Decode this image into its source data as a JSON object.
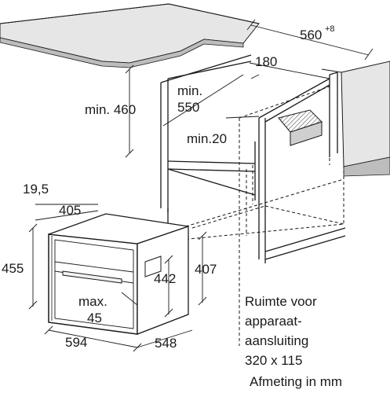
{
  "dimensions": {
    "niche_width": "560",
    "niche_width_tolerance": "+8",
    "back_clearance": "180",
    "min_height_label": "min. 460",
    "min_depth_line1": "min.",
    "min_depth_line2": "550",
    "min_gap": "min.20",
    "panel_offset": "19,5",
    "inner_width": "405",
    "front_height": "455",
    "inner_height": "442",
    "body_height": "407",
    "handle_line1": "max.",
    "handle_line2": "45",
    "front_width": "594",
    "body_depth": "548"
  },
  "note": {
    "line1": "Ruimte voor",
    "line2": "apparaat-",
    "line3": "aansluiting",
    "line4": "320 x 115"
  },
  "footer": {
    "units": "Afmeting in mm"
  },
  "colors": {
    "countertop": "#e6e6e6",
    "countertop_edge": "#bdbdbd",
    "line": "#1a1a1a",
    "connection_hatch": "#555555"
  }
}
